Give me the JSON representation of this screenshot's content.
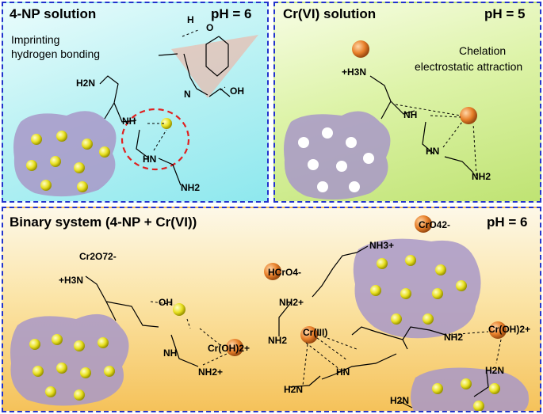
{
  "panels": {
    "np": {
      "title": "4-NP solution",
      "ph": "pH = 6",
      "mechanism_line1": "Imprinting",
      "mechanism_line2": "hydrogen bonding"
    },
    "cr": {
      "title": "Cr(VI) solution",
      "ph": "pH = 5",
      "mechanism_line1": "Chelation",
      "mechanism_line2": "electrostatic attraction"
    },
    "binary": {
      "title": "Binary system (4-NP + Cr(VI))",
      "ph": "pH = 6"
    }
  },
  "labels": {
    "h2n": "H2N",
    "nh2": "NH2",
    "nh": "NH",
    "hn": "HN",
    "n": "N",
    "h": "H",
    "o": "O",
    "oh": "OH",
    "nh3": "+H3N",
    "cr2o7": "Cr2O72-",
    "hcro4": "HCrO4-",
    "cro4": "CrO42-",
    "croh2": "Cr(OH)2+",
    "croh": "Cr(OH)2+",
    "criii": "Cr(III)",
    "nh2plus": "NH2+",
    "nh3plus": "NH3+"
  },
  "colors": {
    "border": "#2233cc",
    "yellow_sphere": "#e8e020",
    "orange_sphere": "#e8802a",
    "polymer": "#a898c8"
  }
}
